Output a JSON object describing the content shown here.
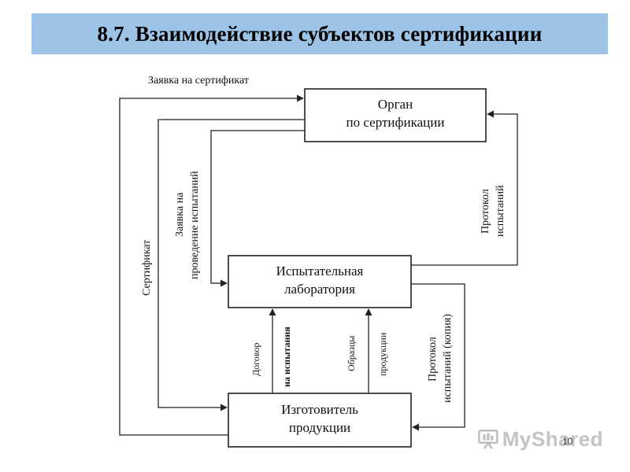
{
  "slide": {
    "title": "8.7. Взаимодействие субъектов сертификации",
    "page_number": "10"
  },
  "colors": {
    "title_bar": "#9dc3e6",
    "lines": "#222222"
  },
  "nodes": {
    "organ": {
      "line1": "Орган",
      "line2": "по сертификации"
    },
    "lab": {
      "line1": "Испытательная",
      "line2": "лаборатория"
    },
    "maker": {
      "line1": "Изготовитель",
      "line2": "продукции"
    }
  },
  "edges": {
    "application_certificate": "Заявка на сертификат",
    "certificate": "Сертификат",
    "test_application_line1": "Заявка на",
    "test_application_line2": "проведение испытаний",
    "test_protocol_line1": "Протокол",
    "test_protocol_line2": "испытаний",
    "contract_line1": "Договор",
    "contract_line2": "на испытания",
    "samples_line1": "Образцы",
    "samples_line2": "продукции",
    "protocol_copy_line1": "Протокол",
    "protocol_copy_line2": "испытаний (копия)"
  },
  "watermark": {
    "text": "MyShared",
    "icon": "presentation-board-icon"
  }
}
